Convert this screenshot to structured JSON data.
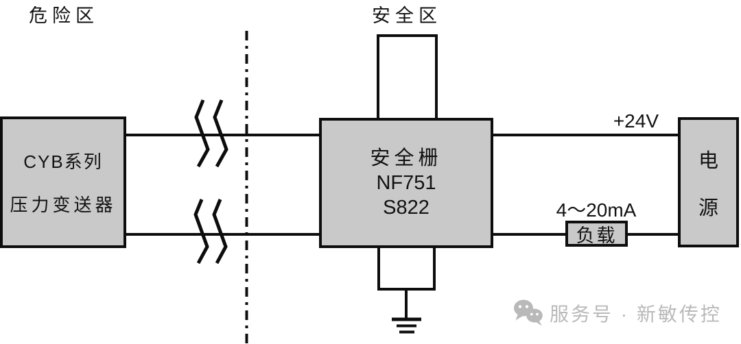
{
  "zones": {
    "hazard_label": "危险区",
    "safe_label": "安全区"
  },
  "boxes": {
    "transmitter": {
      "line1": "CYB系列",
      "line2": "压力变送器"
    },
    "barrier": {
      "line1": "安全栅",
      "line2": "NF751",
      "line3": "S822"
    },
    "power": {
      "line1": "电",
      "line2": "源"
    },
    "load": {
      "label": "负载"
    }
  },
  "wire_labels": {
    "supply": "+24V",
    "signal": "4～20mA"
  },
  "watermark": {
    "icon": "wechat-icon",
    "text": "服务号 · 新敏传控"
  },
  "colors": {
    "box_fill": "#c9c9c9",
    "line": "#0d0d0d",
    "watermark": "#b9b9b9",
    "background": "#ffffff"
  }
}
